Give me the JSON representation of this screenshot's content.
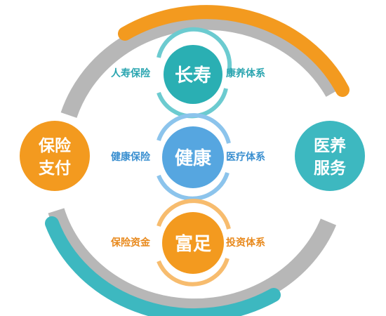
{
  "colors": {
    "orange": "#F39A1F",
    "teal": "#3DB8C0",
    "blue": "#56A6E0",
    "gray": "#B7B7B7",
    "dark_teal": "#2AA5B0",
    "label_orange": "#E8891C",
    "label_teal": "#2AA5B0",
    "label_blue": "#3A8FD0"
  },
  "left_node": {
    "line1": "保险",
    "line2": "支付"
  },
  "right_node": {
    "line1": "医养",
    "line2": "服务"
  },
  "rows": [
    {
      "center": "长寿",
      "left_label": "人寿保险",
      "right_label": "康养体系"
    },
    {
      "center": "健康",
      "left_label": "健康保险",
      "right_label": "医疗体系"
    },
    {
      "center": "富足",
      "left_label": "保险资金",
      "right_label": "投资体系"
    }
  ]
}
